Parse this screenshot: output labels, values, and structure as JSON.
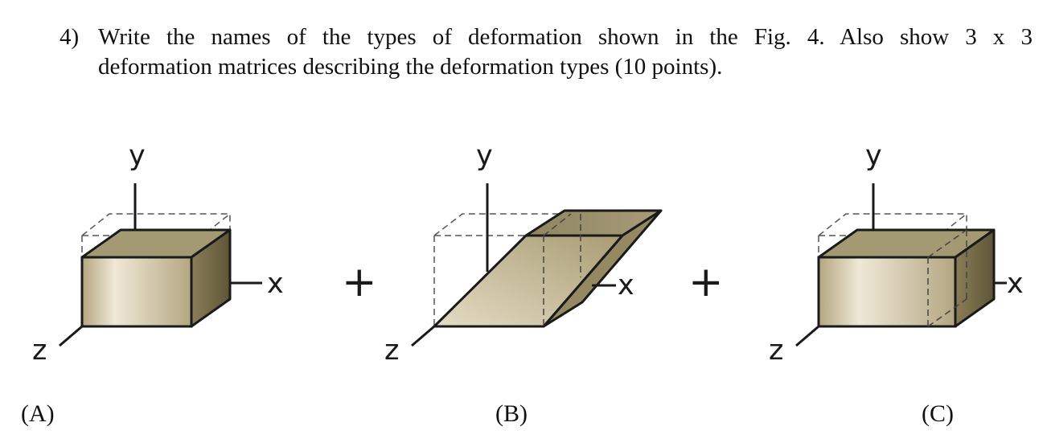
{
  "question": {
    "number": "4)",
    "line1": "Write the names of the types of deformation shown in the Fig. 4. Also show 3 x 3",
    "line2": "deformation matrices describing the deformation types (10 points)."
  },
  "figure": {
    "panels": [
      {
        "caption": "(A)",
        "axis_x": "x",
        "axis_y": "y",
        "axis_z": "z"
      },
      {
        "caption": "(B)",
        "axis_x": "x",
        "axis_y": "y",
        "axis_z": "z"
      },
      {
        "caption": "(C)",
        "axis_x": "x",
        "axis_y": "y",
        "axis_z": "z"
      }
    ],
    "operators": [
      "+",
      "+"
    ],
    "colors": {
      "front_light": "#efe8d6",
      "front_dark": "#b3a681",
      "top": "#a39a74",
      "side_light": "#8a7e57",
      "side_dark": "#5e5538",
      "edge": "#1a1a1a",
      "dashed": "#555555"
    }
  }
}
